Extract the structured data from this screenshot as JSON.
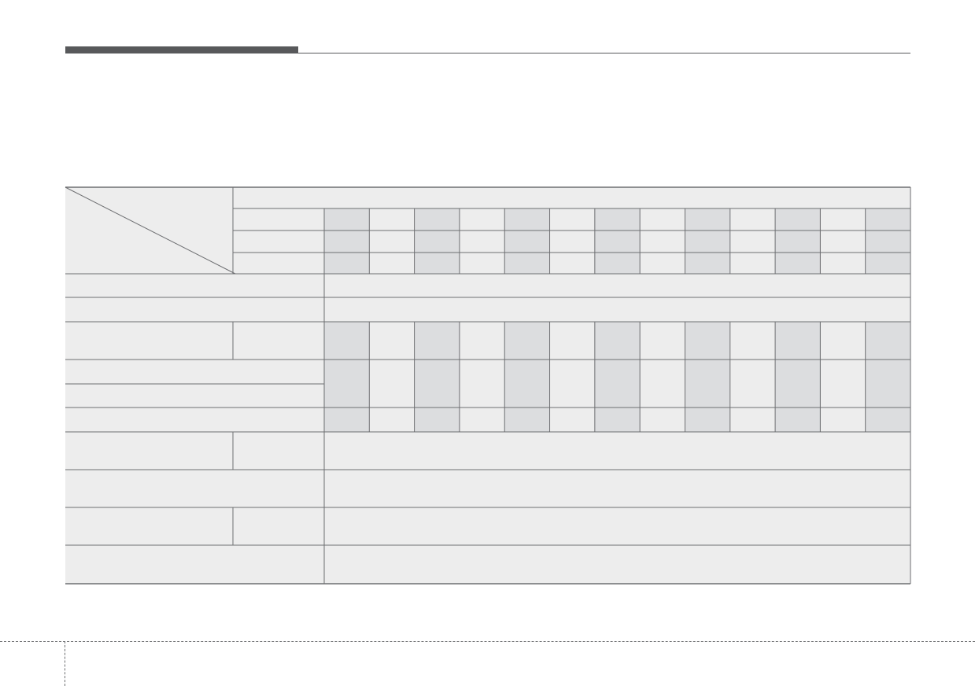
{
  "page": {
    "header_text": "",
    "page_number": ""
  },
  "table": {
    "cell_fill": "#ededed",
    "column_shade": "#dcdddf",
    "rule_color": "#6d6e71",
    "value_columns": 13,
    "shaded_columns": [
      0,
      2,
      4,
      6,
      8,
      10,
      12
    ]
  }
}
